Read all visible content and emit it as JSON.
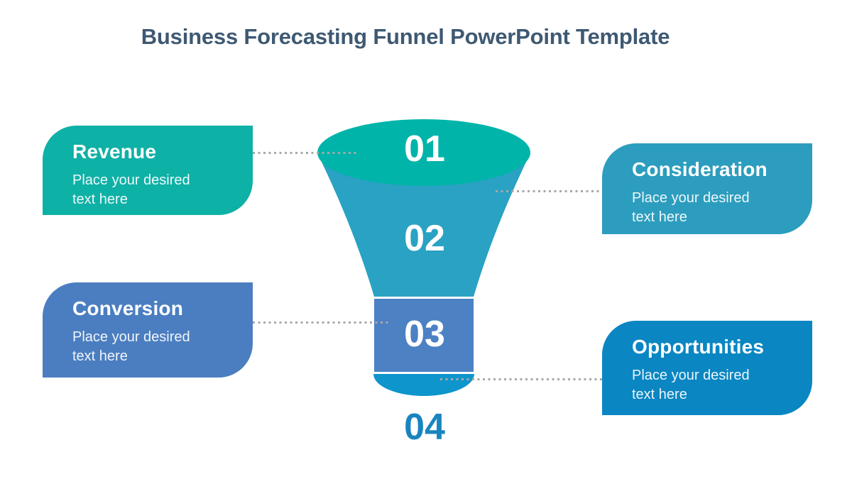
{
  "slide": {
    "title": "Business Forecasting Funnel PowerPoint Template",
    "title_color": "#3E5972",
    "background_color": "#FFFFFF"
  },
  "funnel": {
    "stages": [
      {
        "number": "01",
        "shape": "top-ellipse",
        "shape_color": "#00B4AA",
        "number_color": "#FFFFFF"
      },
      {
        "number": "02",
        "shape": "cone",
        "shape_color": "#29A2C3",
        "number_color": "#FFFFFF"
      },
      {
        "number": "03",
        "shape": "stem-rectangle",
        "shape_color": "#4C81C4",
        "number_color": "#FFFFFF"
      },
      {
        "number": "04",
        "shape": "bottom-spout",
        "shape_color": "#0D95CC",
        "number_color": "#1985BE"
      }
    ]
  },
  "callouts": [
    {
      "title": "Revenue",
      "body": "Place your desired text here",
      "color": "#0EB1A6",
      "position": "top-left"
    },
    {
      "title": "Consideration",
      "body": "Place your desired text here",
      "color": "#2C9DBE",
      "position": "top-right"
    },
    {
      "title": "Conversion",
      "body": "Place your desired text here",
      "color": "#4A7EC0",
      "position": "bottom-left"
    },
    {
      "title": "Opportunities",
      "body": "Place your desired text here",
      "color": "#0A86C2",
      "position": "bottom-right"
    }
  ],
  "connectors": {
    "dot_color": "#A9A9A9",
    "endpoint_dot_color": "#9A9A9A"
  }
}
